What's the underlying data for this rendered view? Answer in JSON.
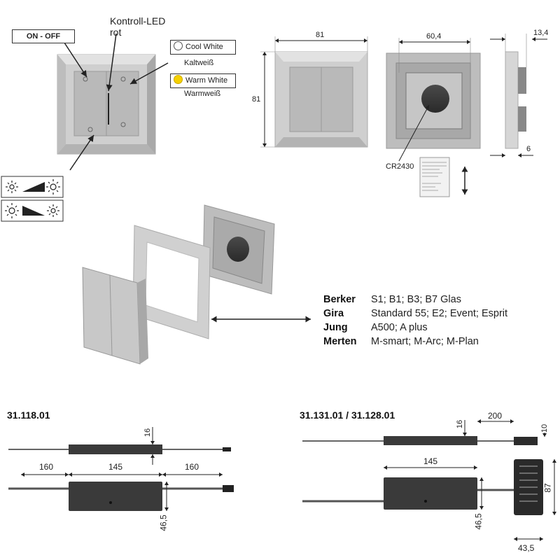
{
  "top_left": {
    "on_off_label": "ON - OFF",
    "led_label_line1": "Kontroll-LED",
    "led_label_line2": "rot",
    "cool_white_label": "Cool White",
    "cool_white_sub": "Kaltweiß",
    "warm_white_label": "Warm White",
    "warm_white_sub": "Warmweiß",
    "cool_white_color": "#ffffff",
    "warm_white_color": "#f5d000",
    "dim_up_icon": "sun-ramp-up-icon",
    "dim_down_icon": "sun-ramp-down-icon"
  },
  "front_view": {
    "width_label": "81",
    "height_label": "81"
  },
  "back_view": {
    "width_label": "60,4",
    "battery_label": "CR2430"
  },
  "side_view": {
    "depth_top_label": "13,4",
    "depth_bottom_label": "6"
  },
  "brands": [
    {
      "name": "Berker",
      "models": "S1; B1; B3; B7 Glas"
    },
    {
      "name": "Gira",
      "models": "Standard 55; E2; Event; Esprit"
    },
    {
      "name": "Jung",
      "models": "A500; A plus"
    },
    {
      "name": "Merten",
      "models": "M-smart; M-Arc; M-Plan"
    }
  ],
  "receiver_left": {
    "title": "31.118.01",
    "height_label": "16",
    "lead_left_label": "160",
    "body_length_label": "145",
    "lead_right_label": "160",
    "width_label": "46,5"
  },
  "receiver_right": {
    "title": "31.131.01 / 31.128.01",
    "height_label": "16",
    "lead_label": "200",
    "module_height_label": "10",
    "body_length_label": "145",
    "width_label": "46,5",
    "module_depth_label": "87",
    "module_width_label": "43,5"
  }
}
